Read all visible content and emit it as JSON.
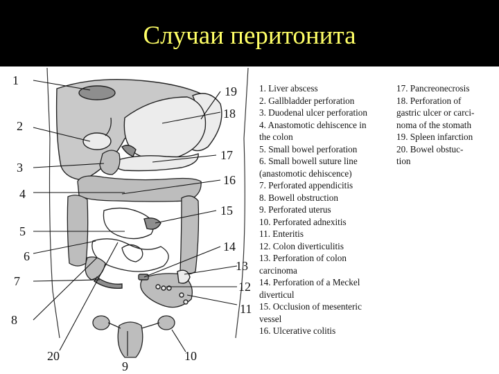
{
  "title": "Случаи перитонита",
  "colors": {
    "title_bar": "#000000",
    "title_text": "#ffff66",
    "background": "#ffffff"
  },
  "numbers": [
    "1",
    "2",
    "3",
    "4",
    "5",
    "6",
    "7",
    "8",
    "20",
    "9",
    "10",
    "11",
    "12",
    "13",
    "14",
    "15",
    "16",
    "17",
    "18",
    "19"
  ],
  "legend_col1": [
    "1. Liver abscess",
    "2. Gallbladder perforation",
    "3. Duodenal ulcer perforation",
    "4. Anastomotic dehiscence in",
    "the colon",
    "5. Small bowel perforation",
    "6. Small bowell suture line",
    "(anastomotic dehiscence)",
    "7. Perforated appendicitis",
    "8. Bowell obstruction",
    "9. Perforated uterus",
    "10. Perforated adnexitis",
    "11. Enteritis",
    "12. Colon diverticulitis",
    "13. Perforation of colon",
    "carcinoma",
    "14. Perforation of a Meckel",
    "diverticul",
    "15. Occlusion of mesenteric",
    "vessel",
    "16. Ulcerative colitis"
  ],
  "legend_col2": [
    "17. Pancreonecrosis",
    "18. Perforation of",
    "gastric ulcer or carci-",
    "noma of the stomath",
    "19. Spleen infarction",
    "20. Bowel obstuc-",
    "tion"
  ]
}
